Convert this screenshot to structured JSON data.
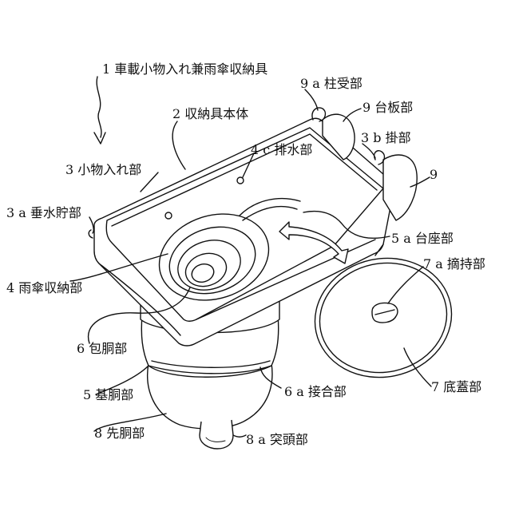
{
  "figure": {
    "title": "1 車載小物入れ兼雨傘収納具",
    "labels": {
      "l1": "1 車載小物入れ兼雨傘収納具",
      "l2": "2 収納具本体",
      "l3": "3 小物入れ部",
      "l3a": "3 a 垂水貯部",
      "l4": "4 雨傘収納部",
      "l4c": "4 c 排水部",
      "l5": "5 基胴部",
      "l5a": "5 a 台座部",
      "l6": "6 包胴部",
      "l6a": "6 a 接合部",
      "l7": "7 底蓋部",
      "l7a": "7 a 摘持部",
      "l8": "8 先胴部",
      "l8a": "8 a 突頭部",
      "l9": "9",
      "l9b": "9 台板部",
      "l9a": "9 a 柱受部",
      "l3b": "3 b 掛部"
    }
  }
}
